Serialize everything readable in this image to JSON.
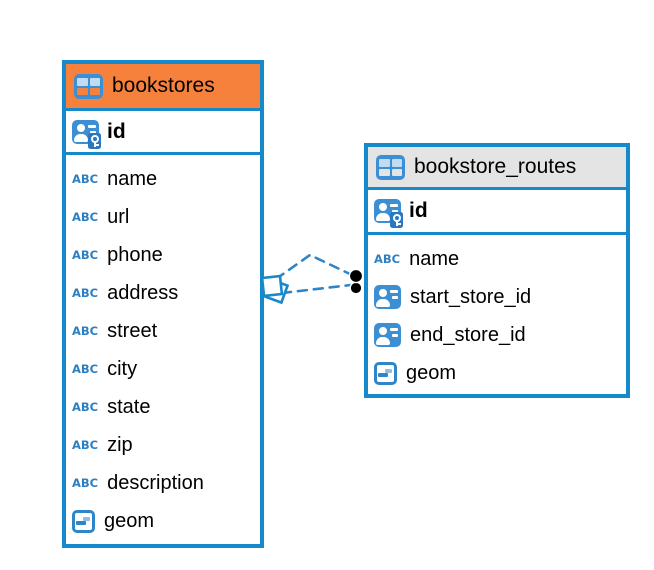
{
  "diagram": {
    "tables": [
      {
        "name": "bookstores",
        "header_color": "#F6813C",
        "primary_key": {
          "name": "id",
          "icon": "primary-key"
        },
        "columns": [
          {
            "name": "name",
            "icon": "text"
          },
          {
            "name": "url",
            "icon": "text"
          },
          {
            "name": "phone",
            "icon": "text"
          },
          {
            "name": "address",
            "icon": "text"
          },
          {
            "name": "street",
            "icon": "text"
          },
          {
            "name": "city",
            "icon": "text"
          },
          {
            "name": "state",
            "icon": "text"
          },
          {
            "name": "zip",
            "icon": "text"
          },
          {
            "name": "description",
            "icon": "text"
          },
          {
            "name": "geom",
            "icon": "object"
          }
        ]
      },
      {
        "name": "bookstore_routes",
        "header_color": "#E4E4E4",
        "primary_key": {
          "name": "id",
          "icon": "primary-key"
        },
        "columns": [
          {
            "name": "name",
            "icon": "text"
          },
          {
            "name": "start_store_id",
            "icon": "reference"
          },
          {
            "name": "end_store_id",
            "icon": "reference"
          },
          {
            "name": "geom",
            "icon": "object"
          }
        ]
      }
    ],
    "relationship": {
      "from_table": "bookstores",
      "to_table": "bookstore_routes",
      "line_style": "dashed",
      "line_count": 2,
      "left_marker": "diamond",
      "right_marker": "dot"
    }
  },
  "icons": {
    "text_label": "ABC"
  },
  "colors": {
    "table_border": "#1689CB",
    "bookstores_header": "#F6813C",
    "routes_header": "#E4E4E4",
    "icon_blue": "#3D8FD3",
    "icon_cell_light": "#BFDCF2",
    "text_icon_blue": "#2E7FC2",
    "relationship_line": "#2E86C8",
    "endpoint_dot": "#000000",
    "background": "#FFFFFF"
  }
}
